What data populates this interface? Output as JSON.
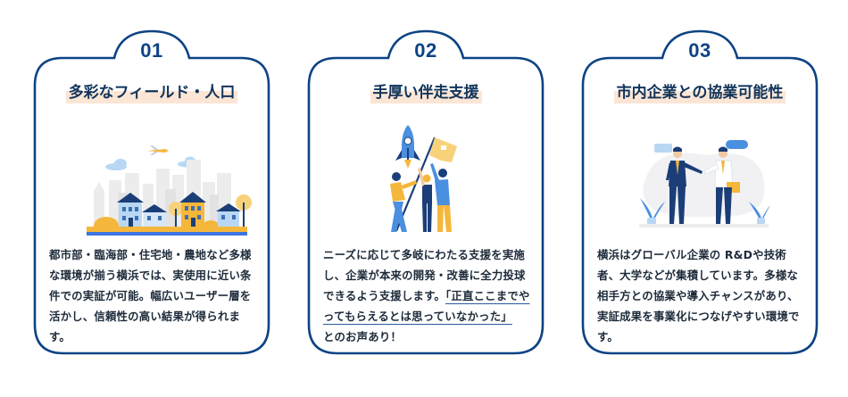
{
  "colors": {
    "frame": "#0d4384",
    "title_highlight": "#fbe6d6",
    "text": "#1d2b3a",
    "accent_orange": "#f5b73b",
    "accent_blue": "#4a8fe0"
  },
  "cards": [
    {
      "number": "01",
      "title": "多彩なフィールド・人口",
      "illustration": "city-skyline-houses-illustration",
      "body": "都市部・臨海部・住宅地・農地など多様な環境が揃う横浜では、実使用に近い条件での実証が可能。幅広いユーザー層を活かし、信頼性の高い結果が得られます。"
    },
    {
      "number": "02",
      "title": "手厚い伴走支援",
      "illustration": "team-rocket-flag-illustration",
      "body_before": "ニーズに応じて多岐にわたる支援を実施し、企業が本来の開発・改善に全力投球できるよう支援します。",
      "body_quote": "「正直ここまでやってもらえるとは思っていなかった」",
      "body_after": "とのお声あり！"
    },
    {
      "number": "03",
      "title": "市内企業との協業可能性",
      "illustration": "business-handshake-illustration",
      "body": "横浜はグローバル企業の R&Dや技術者、大学などが集積しています。多様な相手方との協業や導入チャンスがあり、実証成果を事業化につなげやすい環境です。"
    }
  ]
}
